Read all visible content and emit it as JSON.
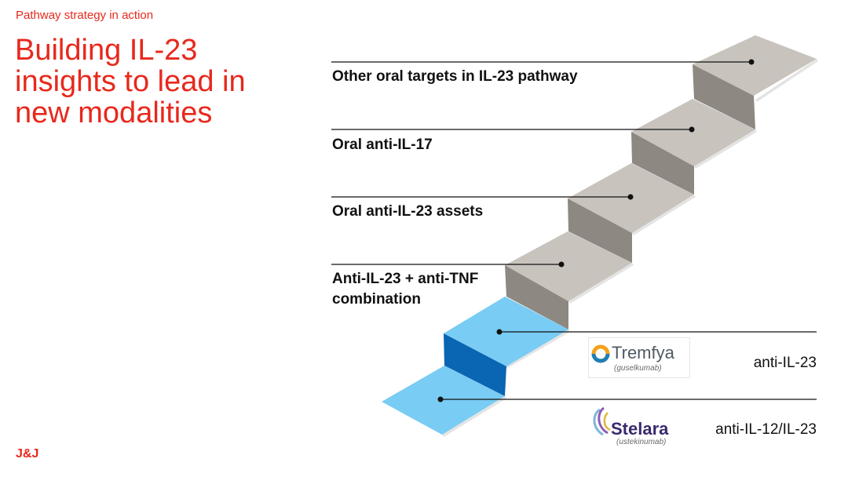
{
  "header": {
    "eyebrow": "Pathway strategy in action",
    "title": "Building IL-23 insights to lead in new modalities"
  },
  "footer": {
    "logo": "J&J"
  },
  "steps": [
    {
      "label": "Other oral targets in IL-23 pathway"
    },
    {
      "label": "Oral anti-IL-17"
    },
    {
      "label": "Oral anti-IL-23 assets"
    },
    {
      "label": "Anti-IL-23 + anti-TNF combination"
    }
  ],
  "products": [
    {
      "brand": "Tremfya",
      "generic": "(guselkumab)",
      "target": "anti-IL-23"
    },
    {
      "brand": "Stelara",
      "generic": "(ustekinumab)",
      "target": "anti-IL-12/IL-23"
    }
  ],
  "colors": {
    "accent": "#e8281c",
    "step_gray_top": "#c8c3bd",
    "step_gray_riser": "#8e8882",
    "step_blue_top": "#79ccf3",
    "step_blue_riser": "#0a65b2"
  }
}
